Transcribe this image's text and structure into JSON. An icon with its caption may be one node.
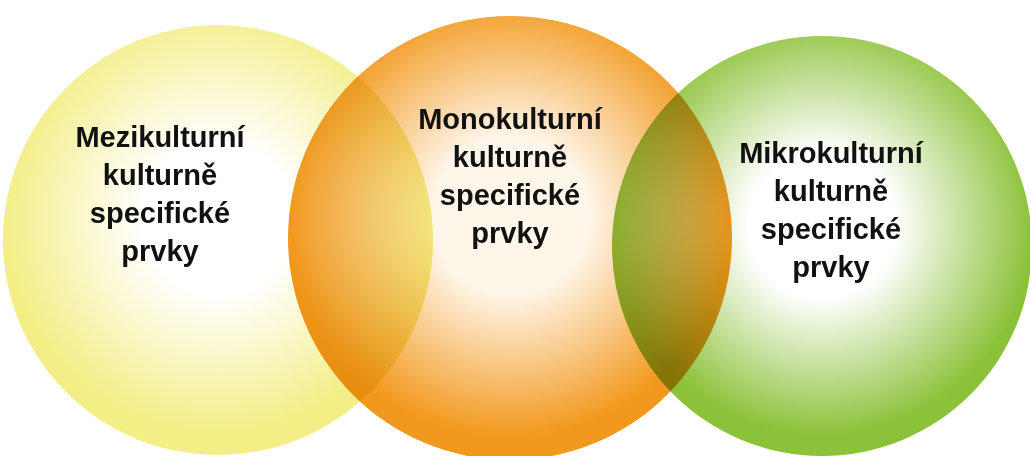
{
  "diagram": {
    "nodes": [
      {
        "text": [
          "Mezikulturní kulturně specifické prvky"
        ]
      },
      {
        "text": [
          "Monokulturní kulturně specifické prvky"
        ]
      },
      {
        "text": [
          "Mikrokulturní kulturně specifické prvky"
        ]
      }
    ]
  }
}
